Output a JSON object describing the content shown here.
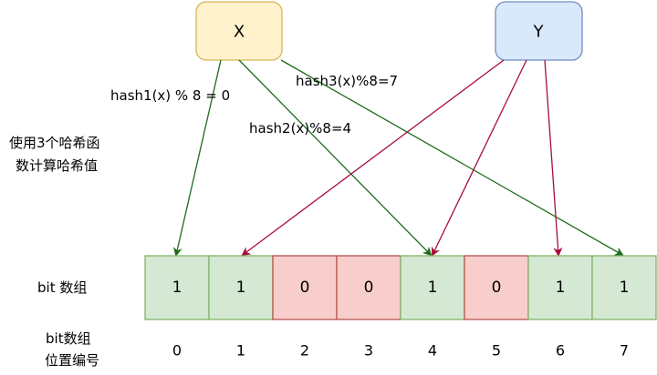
{
  "nodes": {
    "x_label": "X",
    "y_label": "Y"
  },
  "hash_labels": {
    "h1": "hash1(x) % 8 = 0",
    "h2": "hash2(x)%8=4",
    "h3": "hash3(x)%8=7"
  },
  "side_labels": {
    "hash_note_line1": "使用3个哈希函",
    "hash_note_line2": "数计算哈希值",
    "bit_array": "bit 数组",
    "bit_index_line1": "bit数组",
    "bit_index_line2": "位置编号"
  },
  "bits": [
    "1",
    "1",
    "0",
    "0",
    "1",
    "0",
    "1",
    "1"
  ],
  "indices": [
    "0",
    "1",
    "2",
    "3",
    "4",
    "5",
    "6",
    "7"
  ],
  "colors": {
    "x_fill": "#fff2cc",
    "x_stroke": "#d6b656",
    "y_fill": "#dae8fc",
    "y_stroke": "#6c8ebf",
    "one_fill": "#d5e8d4",
    "one_stroke": "#82b366",
    "zero_fill": "#f8cecc",
    "zero_stroke": "#b85450",
    "x_arrow": "#1e6b1e",
    "y_arrow": "#a50f3a"
  }
}
